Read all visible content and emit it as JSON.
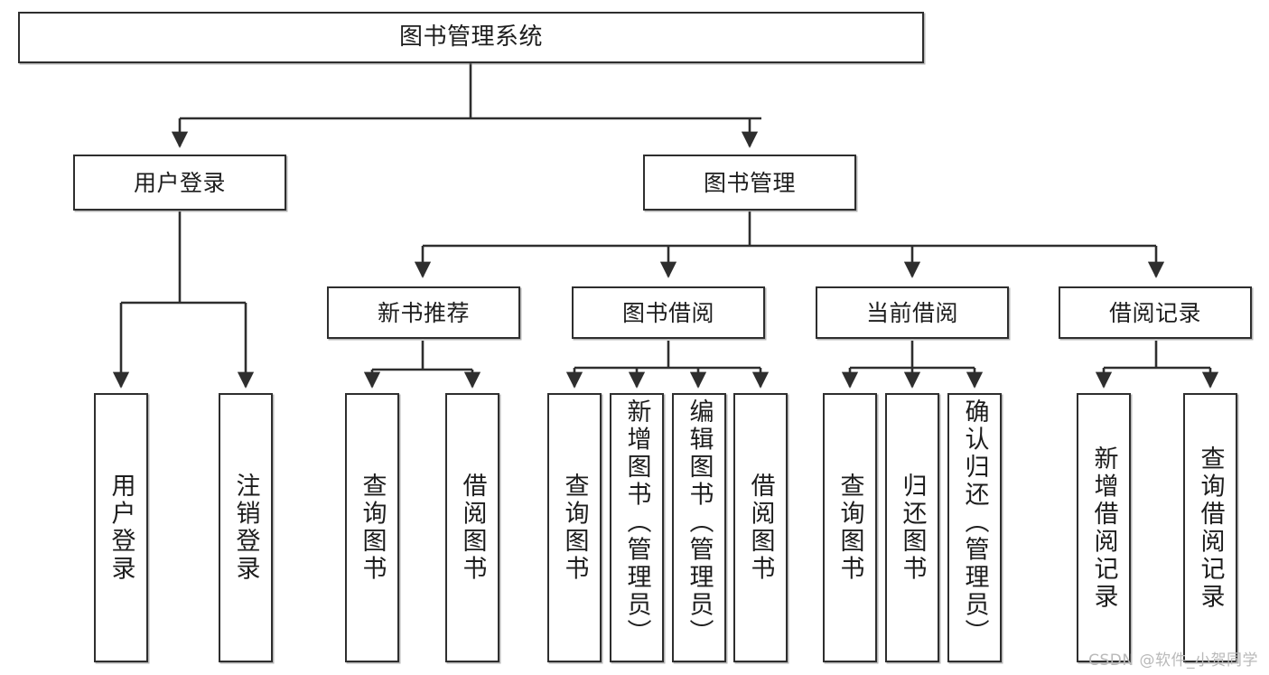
{
  "diagram": {
    "type": "tree-hierarchy-diagram",
    "title_node": {
      "label": "图书管理系统"
    },
    "level2": [
      {
        "label": "用户登录"
      },
      {
        "label": "图书管理"
      }
    ],
    "level3": [
      {
        "label": "新书推荐"
      },
      {
        "label": "图书借阅"
      },
      {
        "label": "当前借阅"
      },
      {
        "label": "借阅记录"
      }
    ],
    "leaves": {
      "user_login": [
        {
          "label": "用户登录"
        },
        {
          "label": "注销登录"
        }
      ],
      "new_book_recommend": [
        {
          "label": "查询图书"
        },
        {
          "label": "借阅图书"
        }
      ],
      "book_borrow": [
        {
          "label": "查询图书"
        },
        {
          "label": "新增图书（管理员）"
        },
        {
          "label": "编辑图书（管理员）"
        },
        {
          "label": "借阅图书"
        }
      ],
      "current_borrow": [
        {
          "label": "查询图书"
        },
        {
          "label": "归还图书"
        },
        {
          "label": "确认归还（管理员）"
        }
      ],
      "borrow_record": [
        {
          "label": "新增借阅记录"
        },
        {
          "label": "查询借阅记录"
        }
      ]
    }
  },
  "watermark": {
    "text": "CSDN @软件_小贺同学"
  },
  "colors": {
    "stroke": "#2e2e2e",
    "fill": "#ffffff",
    "text": "#1d1d1d",
    "watermark": "#b9b9b9"
  }
}
